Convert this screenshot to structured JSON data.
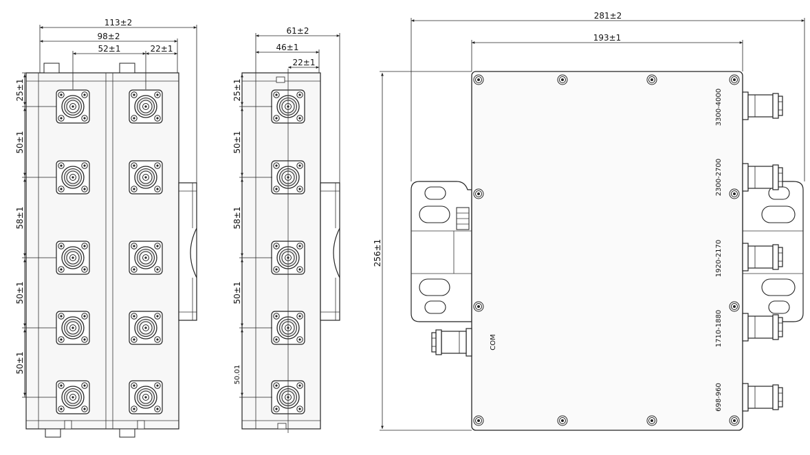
{
  "front_view": {
    "dims": {
      "overall_width": "113±2",
      "inner_width": "98±2",
      "pitch_cols": "52±1",
      "edge_to_col": "22±1",
      "top_offset": "25±1",
      "spacing_1": "50±1",
      "spacing_2": "58±1",
      "spacing_3": "50±1",
      "spacing_4": "50±1"
    }
  },
  "side_view": {
    "dims": {
      "overall_width": "61±2",
      "inner_width": "46±1",
      "edge_to_col": "22±1",
      "top_offset": "25±1",
      "spacing_1": "50±1",
      "spacing_2": "58±1",
      "spacing_3": "50±1",
      "spacing_4": "50.01"
    }
  },
  "top_view": {
    "dims": {
      "overall_length": "281±2",
      "body_length": "193±1",
      "height": "256±1"
    },
    "ports": {
      "com": "COM",
      "band_1": "3300-4000",
      "band_2": "2300-2700",
      "band_3": "1920-2170",
      "band_4": "1710-1880",
      "band_5": "698-960"
    }
  }
}
